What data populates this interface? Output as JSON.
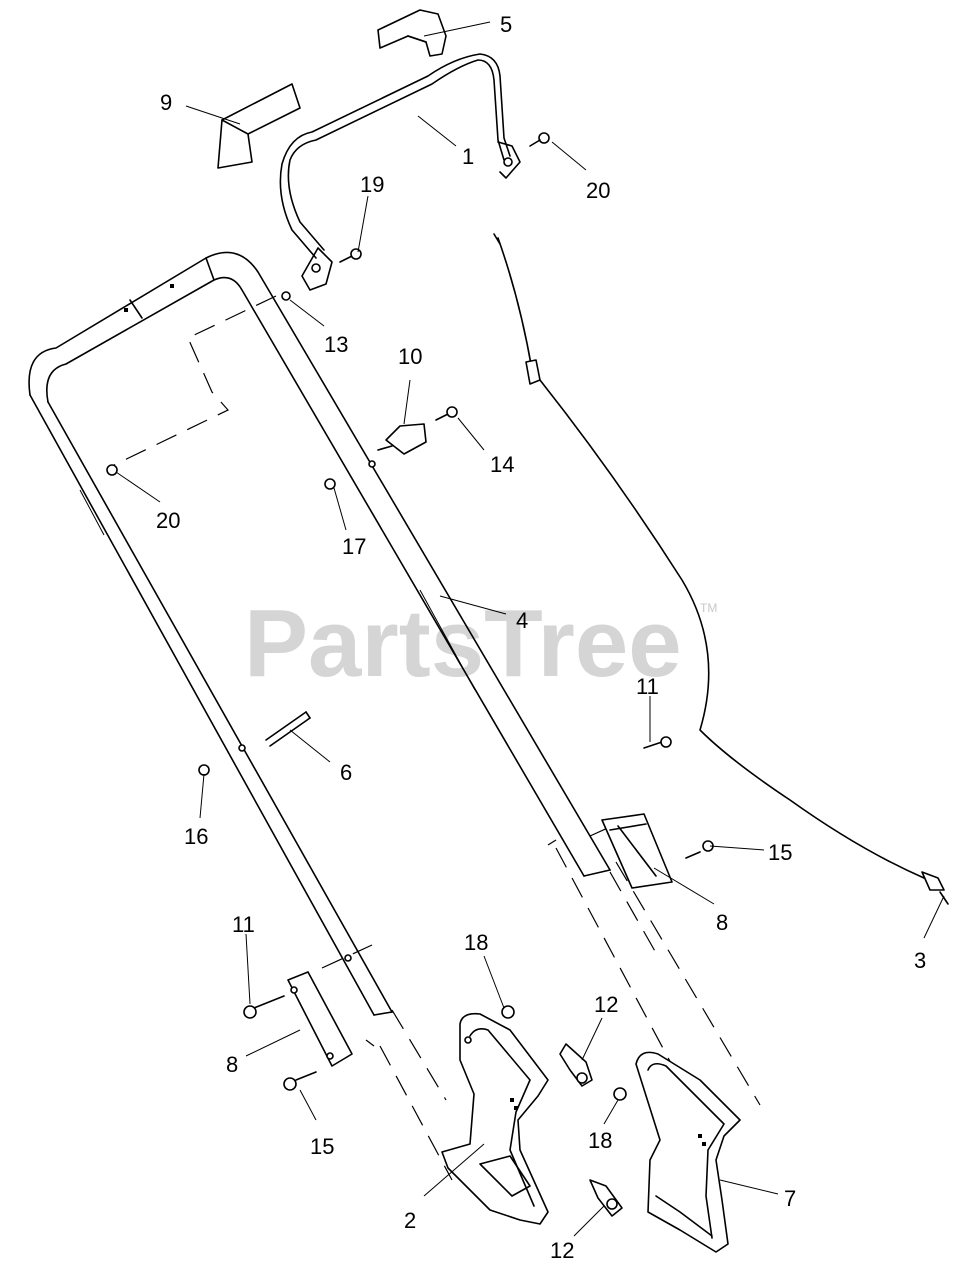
{
  "watermark": {
    "text": "PartsTree",
    "mark": "TM"
  },
  "callouts": [
    {
      "id": "c5a",
      "label": "5"
    },
    {
      "id": "c9",
      "label": "9"
    },
    {
      "id": "c1",
      "label": "1"
    },
    {
      "id": "c20a",
      "label": "20"
    },
    {
      "id": "c19",
      "label": "19"
    },
    {
      "id": "c13",
      "label": "13"
    },
    {
      "id": "c10",
      "label": "10"
    },
    {
      "id": "c14",
      "label": "14"
    },
    {
      "id": "c20b",
      "label": "20"
    },
    {
      "id": "c17",
      "label": "17"
    },
    {
      "id": "c4",
      "label": "4"
    },
    {
      "id": "c11a",
      "label": "11"
    },
    {
      "id": "c6",
      "label": "6"
    },
    {
      "id": "c16",
      "label": "16"
    },
    {
      "id": "c15a",
      "label": "15"
    },
    {
      "id": "c8a",
      "label": "8"
    },
    {
      "id": "c3",
      "label": "3"
    },
    {
      "id": "c11b",
      "label": "11"
    },
    {
      "id": "c18a",
      "label": "18"
    },
    {
      "id": "c12a",
      "label": "12"
    },
    {
      "id": "c8b",
      "label": "8"
    },
    {
      "id": "c15b",
      "label": "15"
    },
    {
      "id": "c18b",
      "label": "18"
    },
    {
      "id": "c7",
      "label": "7"
    },
    {
      "id": "c2",
      "label": "2"
    },
    {
      "id": "c12b",
      "label": "12"
    }
  ]
}
